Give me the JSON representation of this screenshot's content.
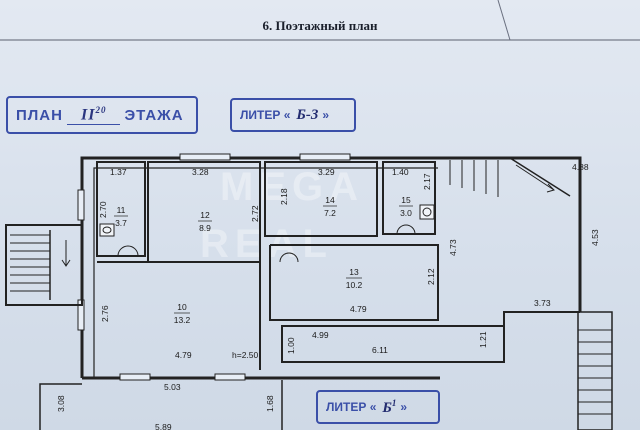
{
  "header": {
    "title": "6. Поэтажный план"
  },
  "plan_stamp": {
    "word1": "ПЛАН",
    "floor": "II",
    "floor_sup": "20",
    "word2": "ЭТАЖА"
  },
  "liter_top": {
    "label": "ЛИТЕР «",
    "code": "Б-3",
    "close": "»"
  },
  "liter_bottom": {
    "label": "ЛИТЕР «",
    "code": "Б",
    "code_sup": "1",
    "close": "»"
  },
  "watermark": {
    "line1": "MEGA",
    "line2": "REAL"
  },
  "rooms": [
    {
      "number": "11",
      "area": "3.7"
    },
    {
      "number": "12",
      "area": "8.9"
    },
    {
      "number": "14",
      "area": "7.2"
    },
    {
      "number": "15",
      "area": "3.0"
    },
    {
      "number": "13",
      "area": "10.2"
    },
    {
      "number": "10",
      "area": "13.2"
    }
  ],
  "dimensions": {
    "d137": "1.37",
    "d328": "3.28",
    "d329": "3.29",
    "d140": "1.40",
    "d488": "4.88",
    "d270": "2.70",
    "d272": "2.72",
    "d218": "2.18",
    "d217": "2.17",
    "d473": "4.73",
    "d453": "4.53",
    "d212": "2.12",
    "d276": "2.76",
    "d479a": "4.79",
    "d479b": "4.79",
    "d373": "3.73",
    "d499": "4.99",
    "d611": "6.11",
    "d100": "1.00",
    "d121": "1.21",
    "d503": "5.03",
    "d308": "3.08",
    "d168": "1.68",
    "d589": "5.89",
    "height": "h=2.50"
  }
}
